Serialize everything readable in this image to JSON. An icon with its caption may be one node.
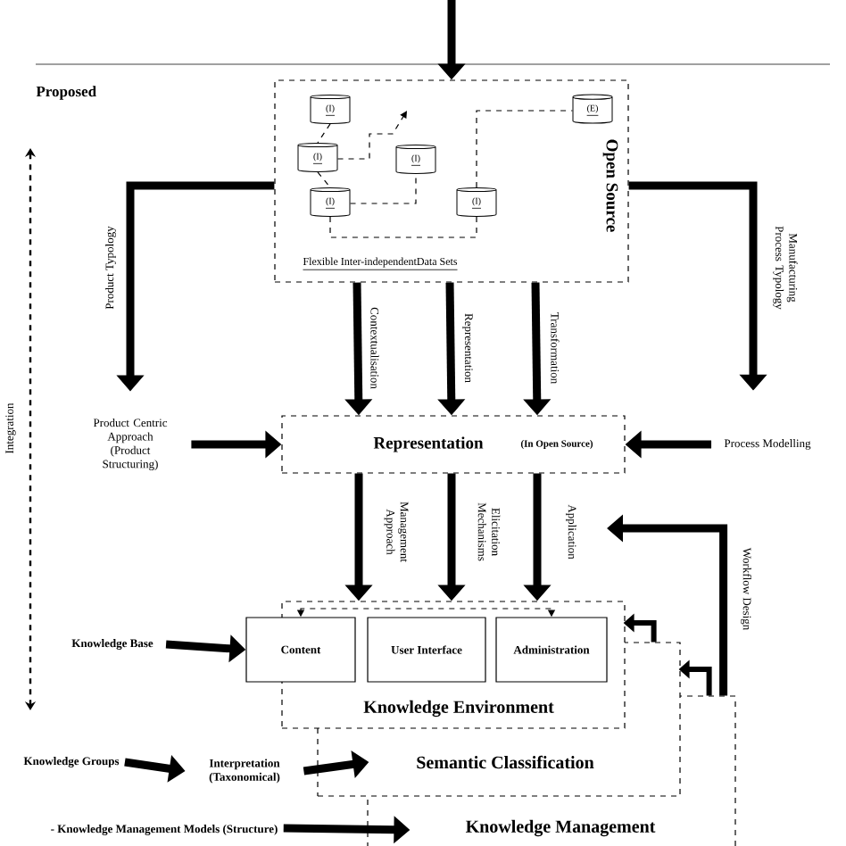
{
  "diagram": {
    "nodes": [
      {
        "text": [
          "Flexible Inter-independentData Sets",
          "Open Source"
        ]
      },
      {
        "text": [
          "(I)"
        ],
        "in": 0
      },
      {
        "text": [
          "(I)"
        ],
        "in": 0
      },
      {
        "text": [
          "(I)"
        ],
        "in": 0
      },
      {
        "text": [
          "(I)"
        ],
        "in": 0
      },
      {
        "text": [
          "(I)"
        ],
        "in": 0
      },
      {
        "text": [
          "(E)"
        ],
        "in": 0
      },
      {
        "text": [
          "Product Centric Approach (Product Structuring)"
        ]
      },
      {
        "text": [
          "Representation",
          "(In Open Source)"
        ]
      },
      {
        "text": [
          "Process Modelling"
        ]
      },
      {
        "text": [
          "Knowledge Environment"
        ]
      },
      {
        "text": [
          "Content"
        ]
      },
      {
        "text": [
          "User Interface"
        ],
        "in": 10
      },
      {
        "text": [
          "Administration"
        ],
        "in": 10
      },
      {
        "text": [
          "Knowledge Base"
        ]
      },
      {
        "text": [
          "Semantic Classification"
        ]
      },
      {
        "text": [
          "Knowledge Groups"
        ]
      },
      {
        "text": [
          "Interpretation (Taxonomical)"
        ]
      },
      {
        "text": [
          "- Knowledge Management Models (Structure)"
        ]
      },
      {
        "text": [
          "Knowledge Management"
        ]
      }
    ],
    "edges": [
      {
        "from": null,
        "to": 0,
        "arrow": "to"
      },
      {
        "from": 1,
        "to": 2,
        "arrow": "none",
        "style": "dashed"
      },
      {
        "from": 2,
        "to": 4,
        "arrow": "none",
        "style": "dashed"
      },
      {
        "from": 2,
        "to": null,
        "arrow": "to",
        "style": "dashed"
      },
      {
        "from": 4,
        "to": 3,
        "arrow": "none",
        "style": "dashed"
      },
      {
        "from": 4,
        "to": 5,
        "arrow": "none",
        "style": "dashed"
      },
      {
        "from": 5,
        "to": 6,
        "arrow": "none",
        "style": "dashed"
      },
      {
        "from": 0,
        "to": 7,
        "arrow": "to",
        "label": "Product Typology"
      },
      {
        "from": 0,
        "to": 9,
        "arrow": "to",
        "label": "Manufacturing Process Typology"
      },
      {
        "from": 0,
        "to": 8,
        "arrow": "to",
        "label": "Contextualisation"
      },
      {
        "from": 0,
        "to": 8,
        "arrow": "to",
        "label": "Representation"
      },
      {
        "from": 0,
        "to": 8,
        "arrow": "to",
        "label": "Transformation"
      },
      {
        "from": 7,
        "to": 8,
        "arrow": "to"
      },
      {
        "from": 9,
        "to": 8,
        "arrow": "to"
      },
      {
        "from": 8,
        "to": 10,
        "arrow": "to",
        "label": "Management Approach"
      },
      {
        "from": 8,
        "to": 10,
        "arrow": "to",
        "label": "Elicitation Mechanisms"
      },
      {
        "from": 8,
        "to": 10,
        "arrow": "to",
        "label": "Application"
      },
      {
        "from": 14,
        "to": 11,
        "arrow": "to"
      },
      {
        "from": 11,
        "to": 13,
        "arrow": "both",
        "style": "dashed"
      },
      {
        "from": 15,
        "to": 10,
        "arrow": "to"
      },
      {
        "from": 19,
        "to": 15,
        "arrow": "to"
      },
      {
        "from": 19,
        "to": null,
        "arrow": "to",
        "label": "Workflow Design"
      },
      {
        "from": 16,
        "to": 17,
        "arrow": "to"
      },
      {
        "from": 17,
        "to": 15,
        "arrow": "to"
      },
      {
        "from": 18,
        "to": 19,
        "arrow": "to"
      }
    ],
    "labels": [
      "Proposed",
      "Integration"
    ]
  }
}
